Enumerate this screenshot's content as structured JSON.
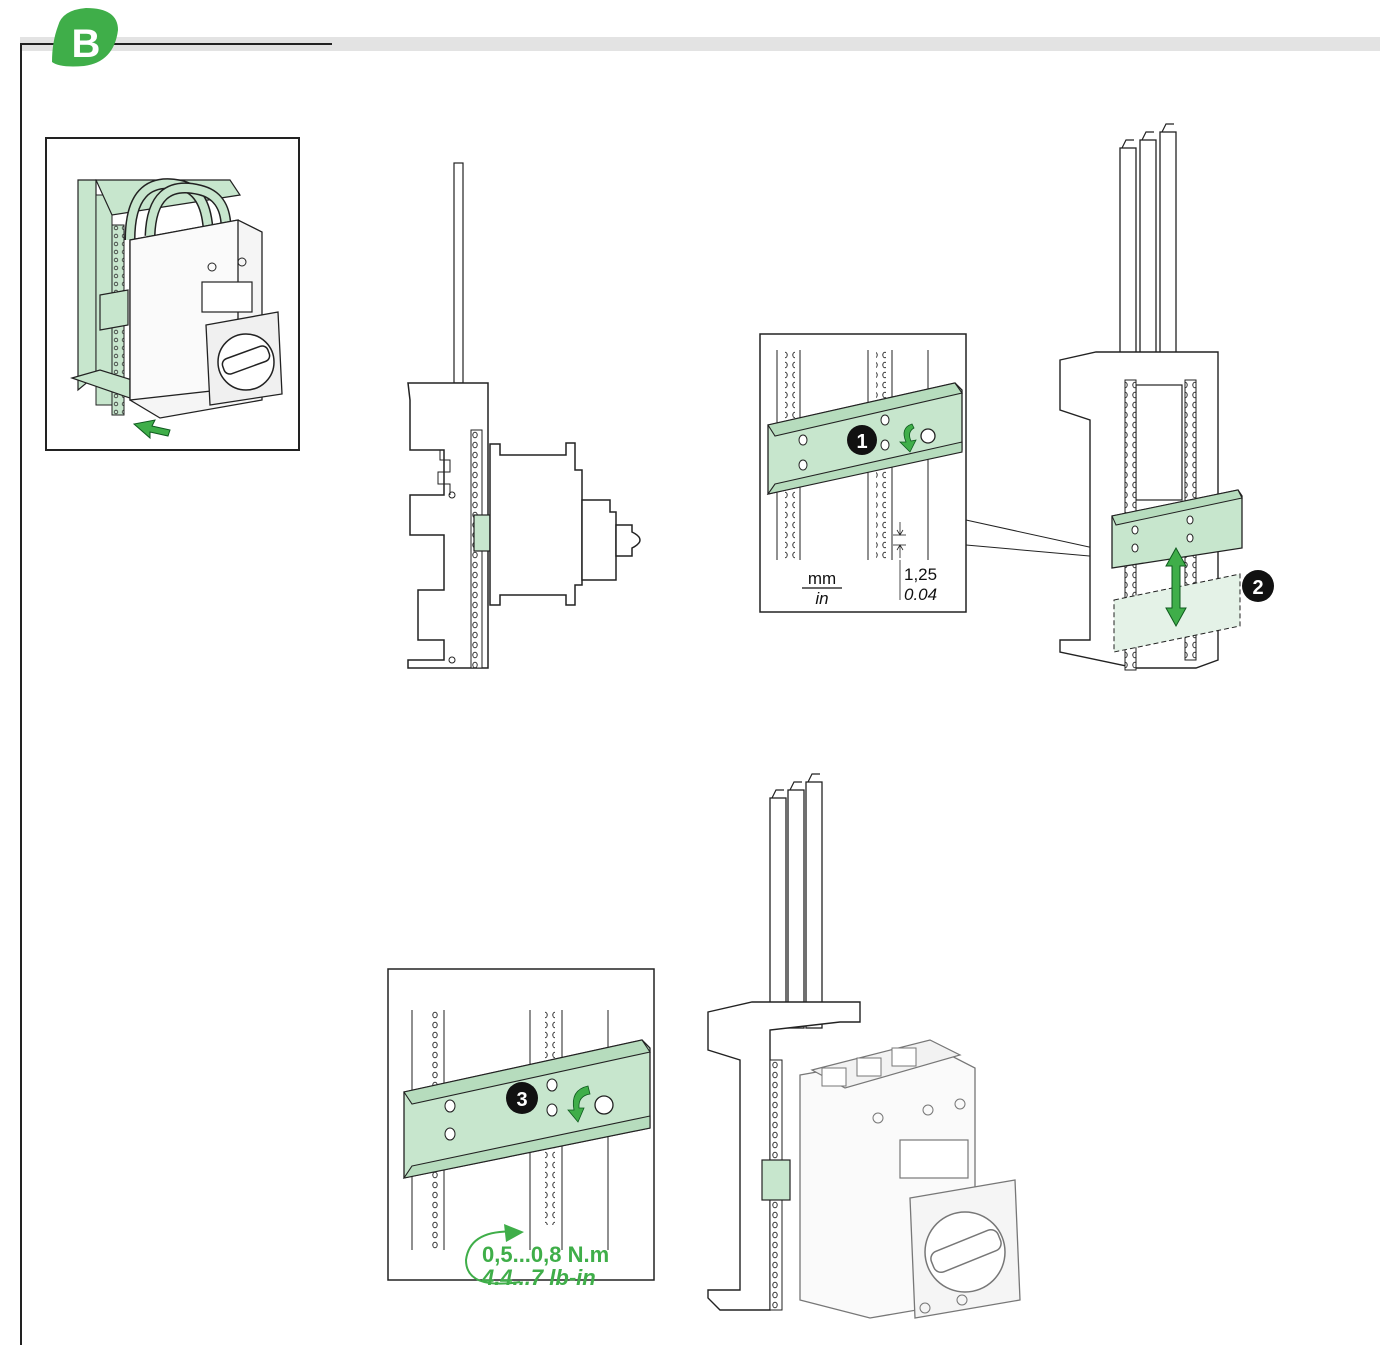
{
  "section": {
    "letter": "B"
  },
  "steps": {
    "s1": "1",
    "s2": "2",
    "s3": "3"
  },
  "dimension": {
    "unit_mm": "mm",
    "unit_in": "in",
    "value_mm": "1,25",
    "value_in": "0.04"
  },
  "torque": {
    "metric": "0,5...0,8 N.m",
    "imperial": "4.4...7 lb-in"
  },
  "colors": {
    "accent": "#3fae49",
    "green_part": "#c7e6cd",
    "green_part_edge": "#222222",
    "rule": "#e3e3e3",
    "frame": "#222222"
  },
  "icons": [
    "section-badge-icon",
    "push-arrow-icon",
    "turn-arrow-icon",
    "slide-arrow-icon",
    "torque-arrow-icon"
  ]
}
